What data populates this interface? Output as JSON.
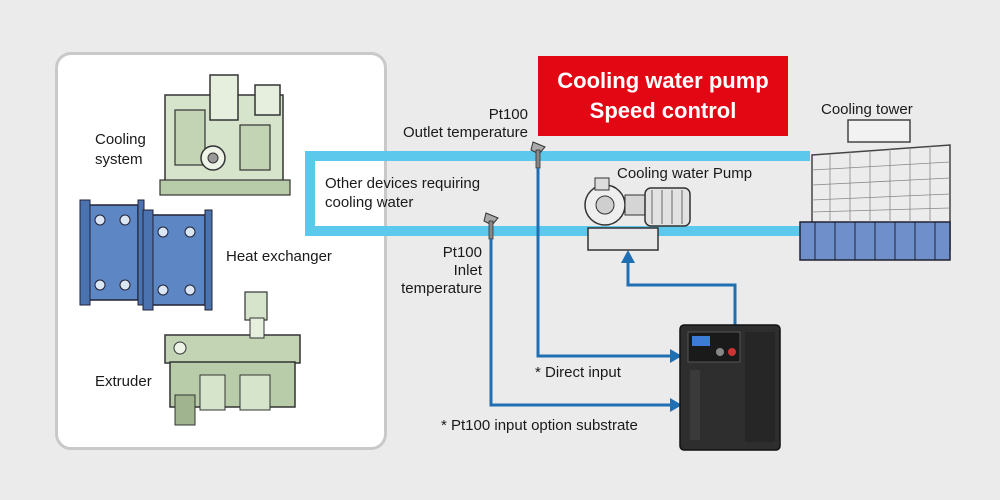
{
  "panel": {
    "cooling_system": "Cooling\nsystem",
    "heat_exchanger": "Heat exchanger",
    "extruder": "Extruder"
  },
  "title": {
    "line1": "Cooling water pump",
    "line2": "Speed control"
  },
  "labels": {
    "outlet_sensor": "Pt100",
    "outlet_temp": "Outlet temperature",
    "inlet_sensor": "Pt100",
    "inlet_line1": "Inlet",
    "inlet_line2": "temperature",
    "other_devices_line1": "Other devices requiring",
    "other_devices_line2": "cooling water",
    "pump": "Cooling water Pump",
    "tower": "Cooling tower",
    "direct_input": "* Direct input",
    "pt100_option": "* Pt100 input option substrate"
  },
  "colors": {
    "pipe": "#5bc8ec",
    "signal": "#1f6fb2",
    "title_bg": "#e30613",
    "equipment_green": "#d7e4cc",
    "heat_exchanger_blue": "#5d86c4",
    "tower_grey": "#e6e6e6",
    "inverter": "#2a2a2a"
  },
  "icons": [
    "cooling-system-icon",
    "heat-exchanger-icon",
    "extruder-icon",
    "pump-icon",
    "cooling-tower-icon",
    "inverter-icon",
    "sensor-icon"
  ]
}
